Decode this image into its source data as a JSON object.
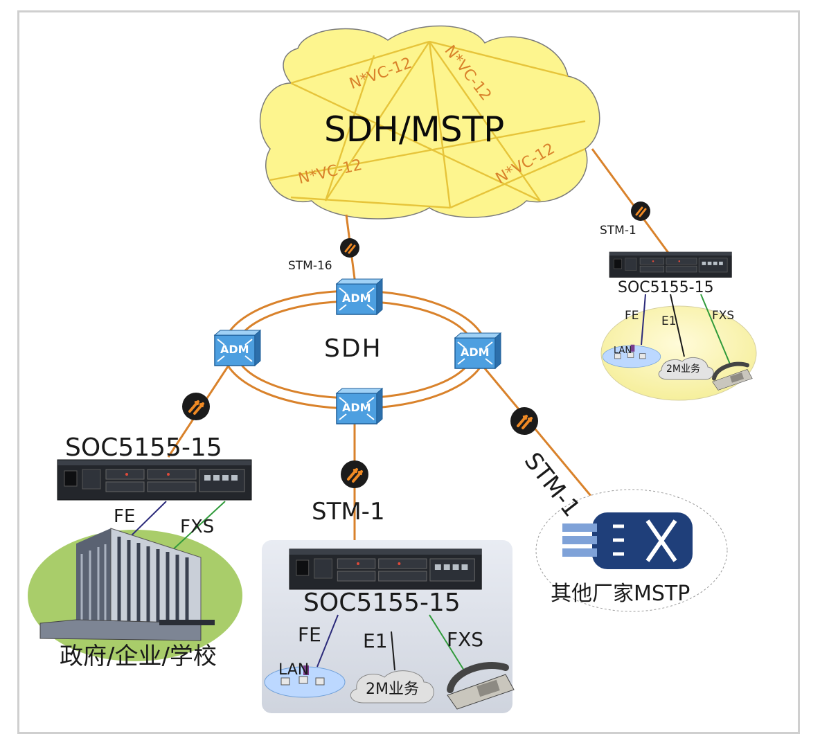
{
  "cloud": {
    "title": "SDH/MSTP",
    "vc_labels": [
      "N*VC-12",
      "N*VC-12",
      "N*VC-12",
      "N*VC-12"
    ]
  },
  "ring": {
    "label": "SDH",
    "adm_label": "ADM"
  },
  "links": {
    "cloud_to_ring": "STM-16",
    "cloud_to_right": "STM-1",
    "ring_to_center": "STM-1",
    "ring_to_vendor": "STM-1"
  },
  "devices": {
    "top_right": "SOC5155-15",
    "left": "SOC5155-15",
    "center": "SOC5155-15"
  },
  "services": {
    "fe": "FE",
    "e1": "E1",
    "fxs": "FXS",
    "lan": "LAN",
    "cloud_2m": "2M业务"
  },
  "sites": {
    "left_site": "政府/企业/学校",
    "vendor": "其他厂家MSTP"
  },
  "colors": {
    "cloud_fill": "#fdf58e",
    "vc_line": "#e6c43a",
    "vc_text": "#d9822b",
    "fiber": "#d9822b",
    "adm": "#3f8ed0",
    "device": "#23262b",
    "fe_line": "#2b2a7a",
    "fxs_line": "#2f9a3a"
  }
}
